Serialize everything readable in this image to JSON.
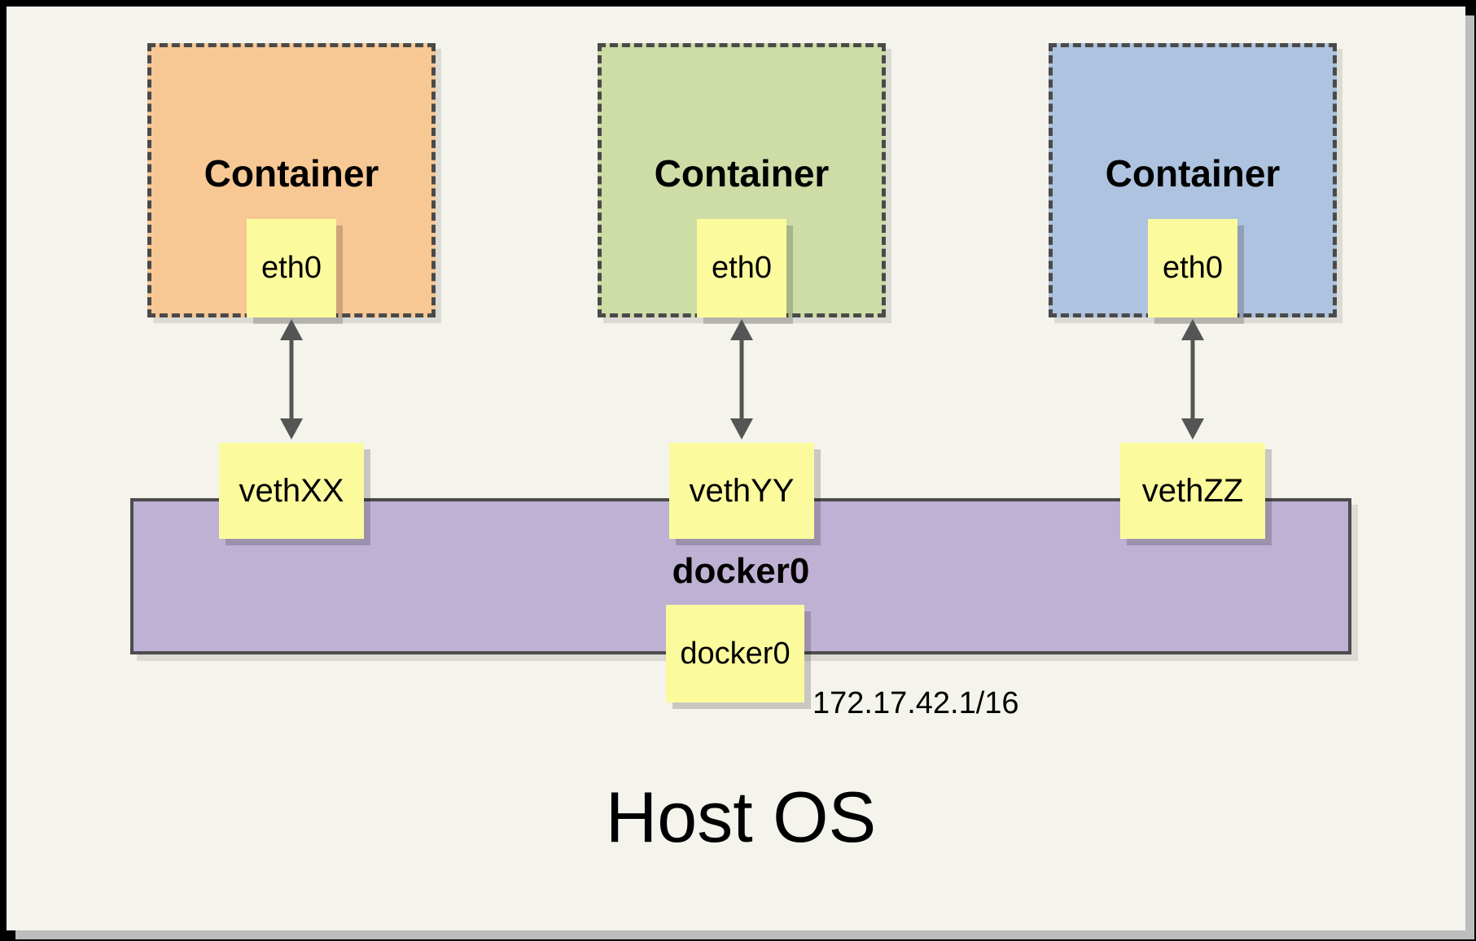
{
  "diagram": {
    "host_label": "Host OS",
    "containers": [
      {
        "label": "Container",
        "interface_label": "eth0",
        "veth_label": "vethXX",
        "fill": "#F8C894"
      },
      {
        "label": "Container",
        "interface_label": "eth0",
        "veth_label": "vethYY",
        "fill": "#CEDCA6"
      },
      {
        "label": "Container",
        "interface_label": "eth0",
        "veth_label": "vethZZ",
        "fill": "#AEC3DF"
      }
    ],
    "bridge": {
      "label": "docker0",
      "interface_label": "docker0",
      "ip": "172.17.42.1/16",
      "fill": "#BFB1D4"
    },
    "colors": {
      "background": "#F4F3EC",
      "frame": "#000000",
      "note_fill": "#FBFB9D",
      "line": "#4A4A4A",
      "arrow": "#555555"
    }
  }
}
